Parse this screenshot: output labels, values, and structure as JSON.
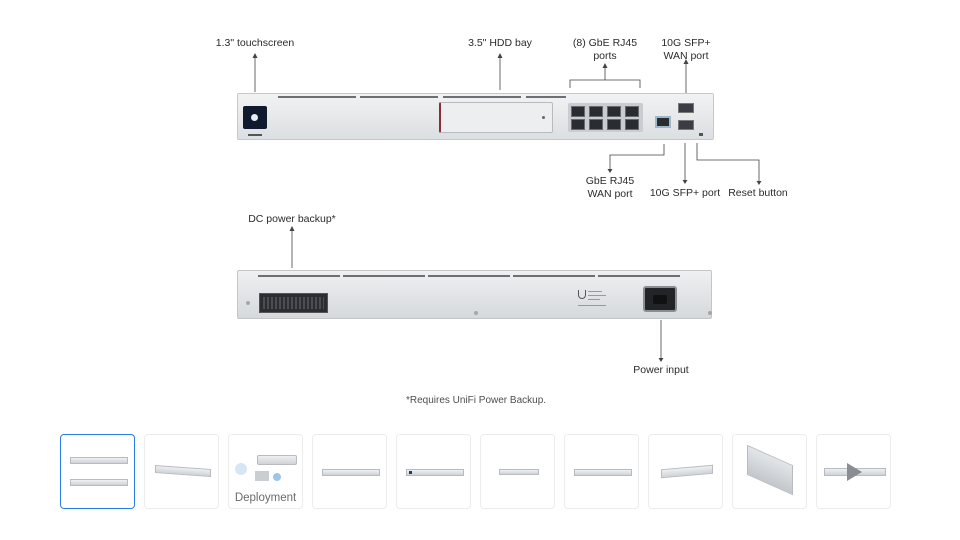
{
  "callouts": {
    "touchscreen": "1.3\" touchscreen",
    "hdd_bay": "3.5\" HDD bay",
    "gbe_ports": [
      "(8) GbE RJ45",
      "ports"
    ],
    "sfp_wan": [
      "10G SFP+",
      "WAN port"
    ],
    "gbe_wan": [
      "GbE RJ45",
      "WAN port"
    ],
    "sfp_port": "10G SFP+ port",
    "reset": "Reset button",
    "dc_backup": "DC power backup*",
    "power_input": "Power input"
  },
  "footnote": "*Requires UniFi Power Backup.",
  "gallery": {
    "selected_index": 0,
    "thumbnails": [
      {
        "caption": ""
      },
      {
        "caption": ""
      },
      {
        "caption": "Deployment"
      },
      {
        "caption": ""
      },
      {
        "caption": ""
      },
      {
        "caption": ""
      },
      {
        "caption": ""
      },
      {
        "caption": ""
      },
      {
        "caption": ""
      },
      {
        "caption": ""
      }
    ]
  },
  "colors": {
    "selected_border": "#2a7de1",
    "device_body": "#dcdfe2",
    "hdd_accent": "#8a2f3a"
  }
}
